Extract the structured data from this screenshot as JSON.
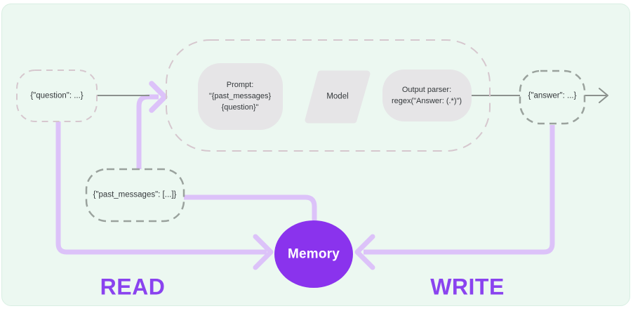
{
  "diagram": {
    "nodes": {
      "question": {
        "label": "{\"question\": ...}"
      },
      "past_messages": {
        "label": "{\"past_messages\": [...]}"
      },
      "answer": {
        "label": "{\"answer\": ...}"
      },
      "prompt": {
        "lines": [
          "Prompt:",
          "\"{past_messages}",
          "{question}\""
        ]
      },
      "model": {
        "label": "Model"
      },
      "output_parser": {
        "lines": [
          "Output parser:",
          "regex(\"Answer: (.*)\")"
        ]
      },
      "memory": {
        "label": "Memory"
      }
    },
    "flow_labels": {
      "read": "READ",
      "write": "WRITE"
    }
  },
  "colors": {
    "panel_bg": "#ecf8f1",
    "memory_fill": "#8a33ed",
    "flow_line": "#dcc2f9",
    "label_purple": "#8a43ef",
    "gray_line": "#8b918d",
    "chain_dash": "#d6c7ce",
    "io_dash": "#9aa29d",
    "box_fill": "#e6e5e7"
  }
}
